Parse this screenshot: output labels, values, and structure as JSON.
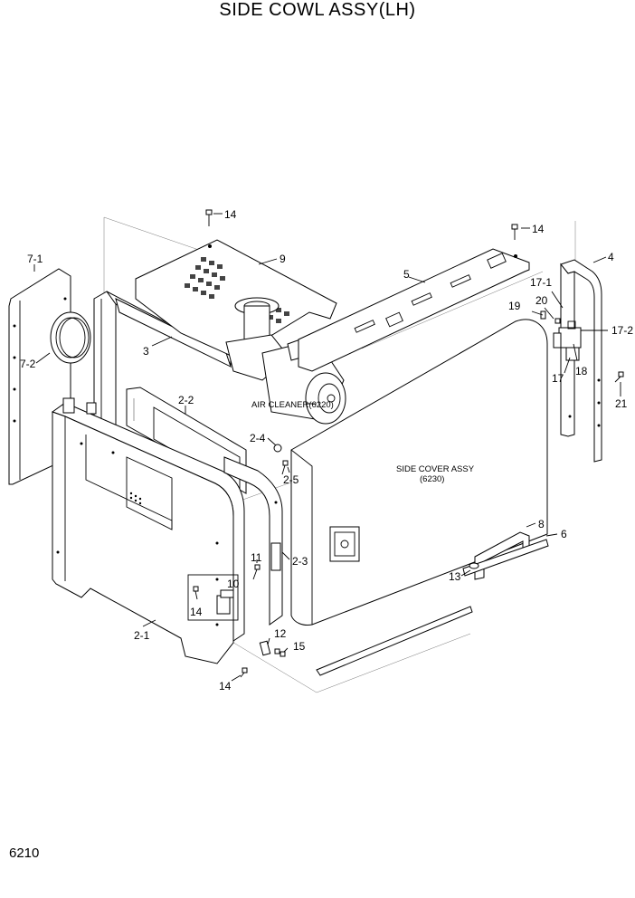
{
  "title": "SIDE COWL ASSY(LH)",
  "page_number": "6210",
  "labels": {
    "l14_top": "14",
    "l14_top2": "14",
    "l9": "9",
    "l5": "5",
    "l4": "4",
    "l7_1": "7-1",
    "l7_2": "7-2",
    "l3": "3",
    "l17_1": "17-1",
    "l20": "20",
    "l19": "19",
    "l17_2": "17-2",
    "l17": "17",
    "l18": "18",
    "l21": "21",
    "l2_2": "2-2",
    "l2_4": "2-4",
    "l2_5": "2-5",
    "l2_3": "2-3",
    "l11": "11",
    "l10": "10",
    "l14_mid": "14",
    "l2_1": "2-1",
    "l12": "12",
    "l15": "15",
    "l14_bot": "14",
    "l8": "8",
    "l6": "6",
    "l13": "13",
    "air_cleaner": "AIR CLEANER(6220)",
    "side_cover_line1": "SIDE COVER ASSY",
    "side_cover_line2": "(6230)"
  }
}
